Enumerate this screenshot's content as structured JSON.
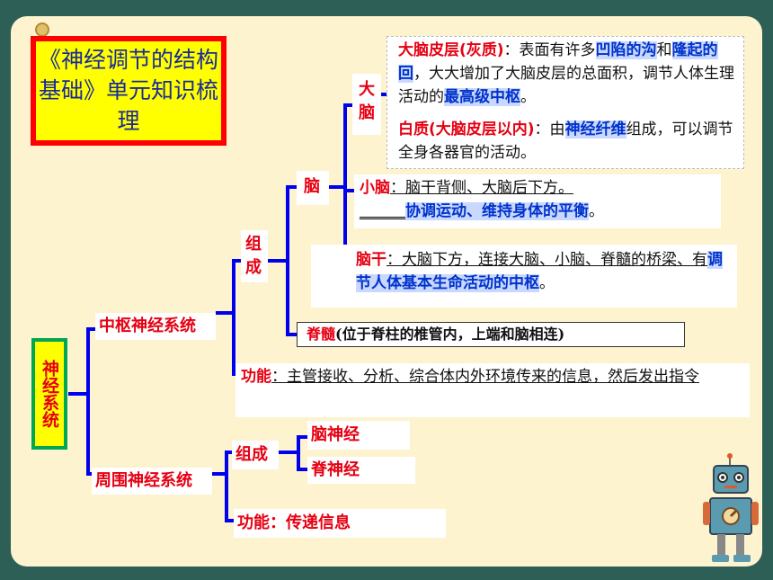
{
  "title": "《神经调节的结构基础》单元知识梳理",
  "root": "神经系统",
  "central": {
    "label": "中枢神经系统",
    "composition": "组成",
    "brain": {
      "label": "脑",
      "cerebrum": {
        "label": "大脑",
        "cortex_title": "大脑皮层(灰质)",
        "cortex_t1": "：表面有许多",
        "cortex_h1": "凹陷的沟",
        "cortex_t2": "和",
        "cortex_h2": "隆起的回",
        "cortex_t3": "，大大增加了大脑皮层的总面积，调节人体生理活动的",
        "cortex_h3": "最高级中枢",
        "cortex_t4": "。",
        "white_title": "白质(大脑皮层以内)",
        "white_t1": "：由",
        "white_h1": "神经纤维",
        "white_t2": "组成，可以调节全身各器官的活动。"
      },
      "cerebellum": {
        "title": "小脑",
        "t1": "：脑干背侧、大脑后下方。",
        "blank": "______",
        "h1": "协调运动、维持身体的平衡",
        "t2": "。"
      },
      "brainstem": {
        "title": "脑干",
        "t1": "：大脑下方，连接大脑、小脑、脊髓的桥梁、有",
        "h1": "调节人体基本生命活动的中枢",
        "t2": "。"
      }
    },
    "spinal": {
      "title": "脊髓",
      "text": "(位于脊柱的椎管内，上端和脑相连)"
    },
    "function_label": "功能",
    "function_text": "：主管接收、分析、综合体内外环境传来的信息，然后发出指令"
  },
  "peripheral": {
    "label": "周围神经系统",
    "composition": "组成",
    "cranial": "脑神经",
    "spinal_nerves": "脊神经",
    "function": "功能：传递信息"
  },
  "colors": {
    "line": "#0000ee",
    "accent": "#e60012",
    "highlight": "#0033cc",
    "background": "#fdf3cf"
  }
}
